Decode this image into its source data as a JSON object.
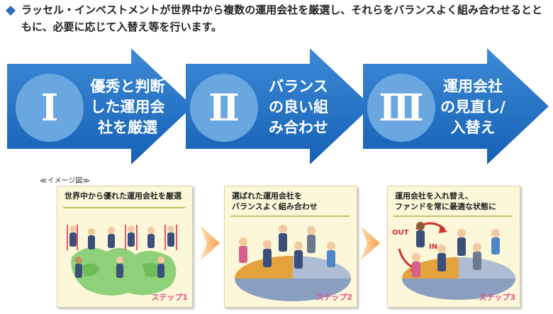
{
  "header": {
    "text": "ラッセル・インベストメントが世界中から複数の運用会社を厳選し、それらをバランスよく組み合わせるとともに、必要に応じて入替え等を行います。",
    "bullet_color": "#2b6fc0"
  },
  "steps": [
    {
      "numeral": "Ⅰ",
      "label": "優秀と判断\nした運用会\n社を厳選"
    },
    {
      "numeral": "Ⅱ",
      "label": "バランス\nの良い組\nみ合わせ"
    },
    {
      "numeral": "Ⅲ",
      "label": "運用会社\nの見直し/\n入替え"
    }
  ],
  "image_label": "≪イメージ図≫",
  "panels": [
    {
      "caption": "世界中から優れた運用会社を厳選",
      "tag": "ステップ1"
    },
    {
      "caption": "選ばれた運用会社を\nバランスよく組み合わせ",
      "tag": "ステップ2"
    },
    {
      "caption": "運用会社を入れ替え、\nファンドを常に最適な状態に",
      "tag": "ステップ3",
      "out_label": "OUT",
      "in_label": "IN"
    }
  ],
  "colors": {
    "arrow_dark": "#1560b5",
    "arrow_light": "#3d8ad6",
    "circle": "#6aa6e0",
    "panel_bg": "#fbf7d8",
    "connector": "#f7a24a",
    "tag": "#e0508a"
  }
}
